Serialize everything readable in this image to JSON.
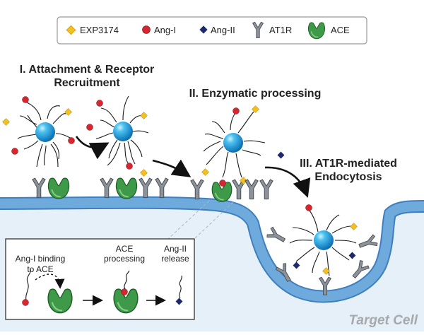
{
  "legend": {
    "items": [
      {
        "label": "EXP3174",
        "icon": "yellow-diamond-icon",
        "color": "#F4C021"
      },
      {
        "label": "Ang-I",
        "icon": "red-dot-icon",
        "color": "#D7262F"
      },
      {
        "label": "Ang-II",
        "icon": "navy-diamond-icon",
        "color": "#1C2A6B"
      },
      {
        "label": "AT1R",
        "icon": "gray-y-receptor-icon",
        "color": "#8C9299"
      },
      {
        "label": "ACE",
        "icon": "green-ace-icon",
        "color": "#3E9A48"
      }
    ]
  },
  "stages": {
    "stage1_line1": "I. Attachment & Receptor",
    "stage1_line2": "Recruitment",
    "stage2": "II. Enzymatic processing",
    "stage3_line1": "III. AT1R-mediated",
    "stage3_line2": "Endocytosis"
  },
  "inset": {
    "step1_line1": "Ang-I binding",
    "step1_line2": "to ACE",
    "step2_line1": "ACE",
    "step2_line2": "processing",
    "step3_line1": "Ang-II",
    "step3_line2": "release"
  },
  "cell_label": "Target Cell",
  "colors": {
    "nanoparticle": "#1AA3E0",
    "membrane": "#5B9BD1",
    "cytoplasm": "#E6F0F8",
    "ace": "#3E9A48",
    "receptor": "#8C9299",
    "ang_i": "#D7262F",
    "ang_ii": "#1C2A6B",
    "exp3174": "#F4C021"
  }
}
